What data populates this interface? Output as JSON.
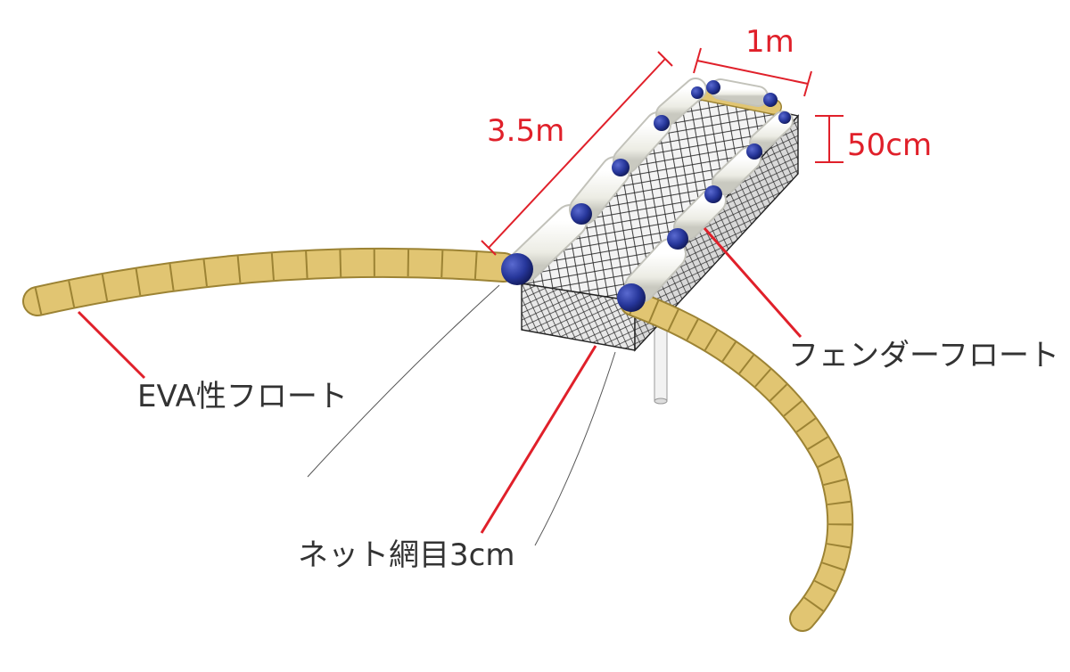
{
  "dimensions": {
    "length": "3.5m",
    "width": "1m",
    "depth": "50cm"
  },
  "callouts": {
    "eva_float": "EVA性フロート",
    "fender_float": "フェンダーフロート",
    "net_mesh": "ネット網目3cm"
  },
  "colors": {
    "dimension": "#e0202a",
    "callout_line": "#e0202a",
    "callout_text": "#333333",
    "eva_float": "#e1c572",
    "fender_body": "#eeeee8",
    "fender_cap": "#26369a",
    "net": "#1e1e1e"
  }
}
